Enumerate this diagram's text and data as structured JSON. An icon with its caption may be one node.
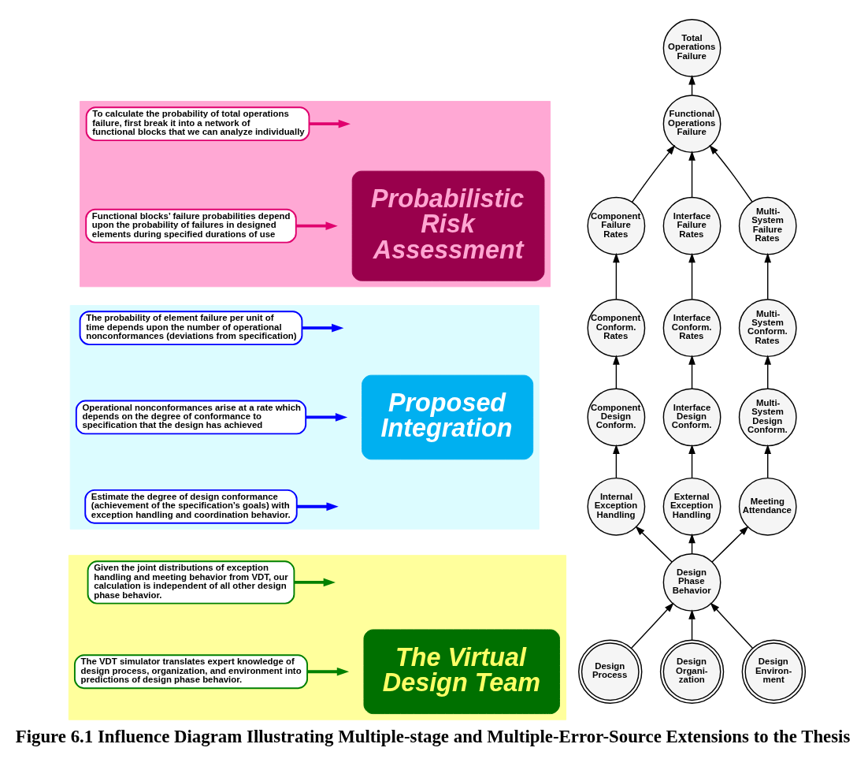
{
  "diagram": {
    "caption": "Figure 6.1 Influence Diagram Illustrating Multiple-stage and Multiple-Error-Source Extensions to the Thesis",
    "nodes": [
      {
        "text": [],
        "shape": "band"
      },
      {
        "text": [
          "Probabilistic Risk Assessment"
        ],
        "in": 0
      },
      {
        "text": [
          "To calculate the probability of total operations failure, first break it into a network of functional blocks that we can analyze individually"
        ],
        "in": 0
      },
      {
        "text": [
          "Functional blocks’ failure probabilities depend upon the probability of failures in designed elements during specified durations of use"
        ],
        "in": 0
      },
      {
        "text": [],
        "shape": "band"
      },
      {
        "text": [
          "Proposed Integration"
        ],
        "in": 4
      },
      {
        "text": [
          "The probability of element failure per unit of time depends upon the number of operational nonconformances (deviations from specification)"
        ],
        "in": 4
      },
      {
        "text": [
          "Operational nonconformances arise at a rate which depends on the degree of conformance to specification that the design has achieved"
        ],
        "in": 4
      },
      {
        "text": [
          "Estimate the degree of design conformance (achievement of the specification’s goals) with exception handling and coordination behavior."
        ],
        "in": 4
      },
      {
        "text": [],
        "shape": "band"
      },
      {
        "text": [
          "The Virtual Design Team"
        ],
        "in": 9
      },
      {
        "text": [
          "Given the joint distributions of exception handling and meeting behavior from VDT, our calculation is independent of all other design phase behavior."
        ],
        "in": 9
      },
      {
        "text": [
          "The VDT simulator translates expert knowledge of design process, organization, and environment into predictions of design phase behavior."
        ],
        "in": 9
      },
      {
        "text": [
          "Total Operations Failure"
        ]
      },
      {
        "text": [
          "Functional Operations Failure"
        ]
      },
      {
        "text": [
          "Component Failure Rates"
        ]
      },
      {
        "text": [
          "Interface Failure Rates"
        ]
      },
      {
        "text": [
          "Multi- System Failure Rates"
        ]
      },
      {
        "text": [
          "Component Conform. Rates"
        ]
      },
      {
        "text": [
          "Interface Conform. Rates"
        ]
      },
      {
        "text": [
          "Multi- System Conform. Rates"
        ]
      },
      {
        "text": [
          "Component Design Conform."
        ]
      },
      {
        "text": [
          "Interface Design Conform."
        ]
      },
      {
        "text": [
          "Multi- System Design Conform."
        ]
      },
      {
        "text": [
          "Internal Exception Handling"
        ]
      },
      {
        "text": [
          "External Exception Handling"
        ]
      },
      {
        "text": [
          "Meeting Attendance"
        ]
      },
      {
        "text": [
          "Design Phase Behavior"
        ]
      },
      {
        "text": [
          "Design Process"
        ]
      },
      {
        "text": [
          "Design Organi- zation"
        ]
      },
      {
        "text": [
          "Design Environ- ment"
        ]
      }
    ],
    "edges": [
      {
        "from": 14,
        "to": 13,
        "arrow": "to"
      },
      {
        "from": 15,
        "to": 14,
        "arrow": "to"
      },
      {
        "from": 16,
        "to": 14,
        "arrow": "to"
      },
      {
        "from": 17,
        "to": 14,
        "arrow": "to"
      },
      {
        "from": 18,
        "to": 15,
        "arrow": "to"
      },
      {
        "from": 19,
        "to": 16,
        "arrow": "to"
      },
      {
        "from": 20,
        "to": 17,
        "arrow": "to"
      },
      {
        "from": 21,
        "to": 18,
        "arrow": "to"
      },
      {
        "from": 22,
        "to": 19,
        "arrow": "to"
      },
      {
        "from": 23,
        "to": 20,
        "arrow": "to"
      },
      {
        "from": 24,
        "to": 21,
        "arrow": "to"
      },
      {
        "from": 25,
        "to": 22,
        "arrow": "to"
      },
      {
        "from": 26,
        "to": 23,
        "arrow": "to"
      },
      {
        "from": 27,
        "to": 24,
        "arrow": "to"
      },
      {
        "from": 27,
        "to": 25,
        "arrow": "to"
      },
      {
        "from": 27,
        "to": 26,
        "arrow": "to"
      },
      {
        "from": 28,
        "to": 27,
        "arrow": "to"
      },
      {
        "from": 29,
        "to": 27,
        "arrow": "to"
      },
      {
        "from": 30,
        "to": 27,
        "arrow": "to"
      },
      {
        "from": 2,
        "to": null,
        "arrow": "to",
        "style": "thick",
        "color": "#e0006e"
      },
      {
        "from": 3,
        "to": null,
        "arrow": "to",
        "style": "thick",
        "color": "#e0006e"
      },
      {
        "from": 6,
        "to": null,
        "arrow": "to",
        "style": "thick",
        "color": "#0000ff"
      },
      {
        "from": 7,
        "to": null,
        "arrow": "to",
        "style": "thick",
        "color": "#0000ff"
      },
      {
        "from": 8,
        "to": null,
        "arrow": "to",
        "style": "thick",
        "color": "#0000ff"
      },
      {
        "from": 11,
        "to": null,
        "arrow": "to",
        "style": "thick",
        "color": "#008000"
      },
      {
        "from": 12,
        "to": null,
        "arrow": "to",
        "style": "thick",
        "color": "#008000"
      }
    ]
  }
}
